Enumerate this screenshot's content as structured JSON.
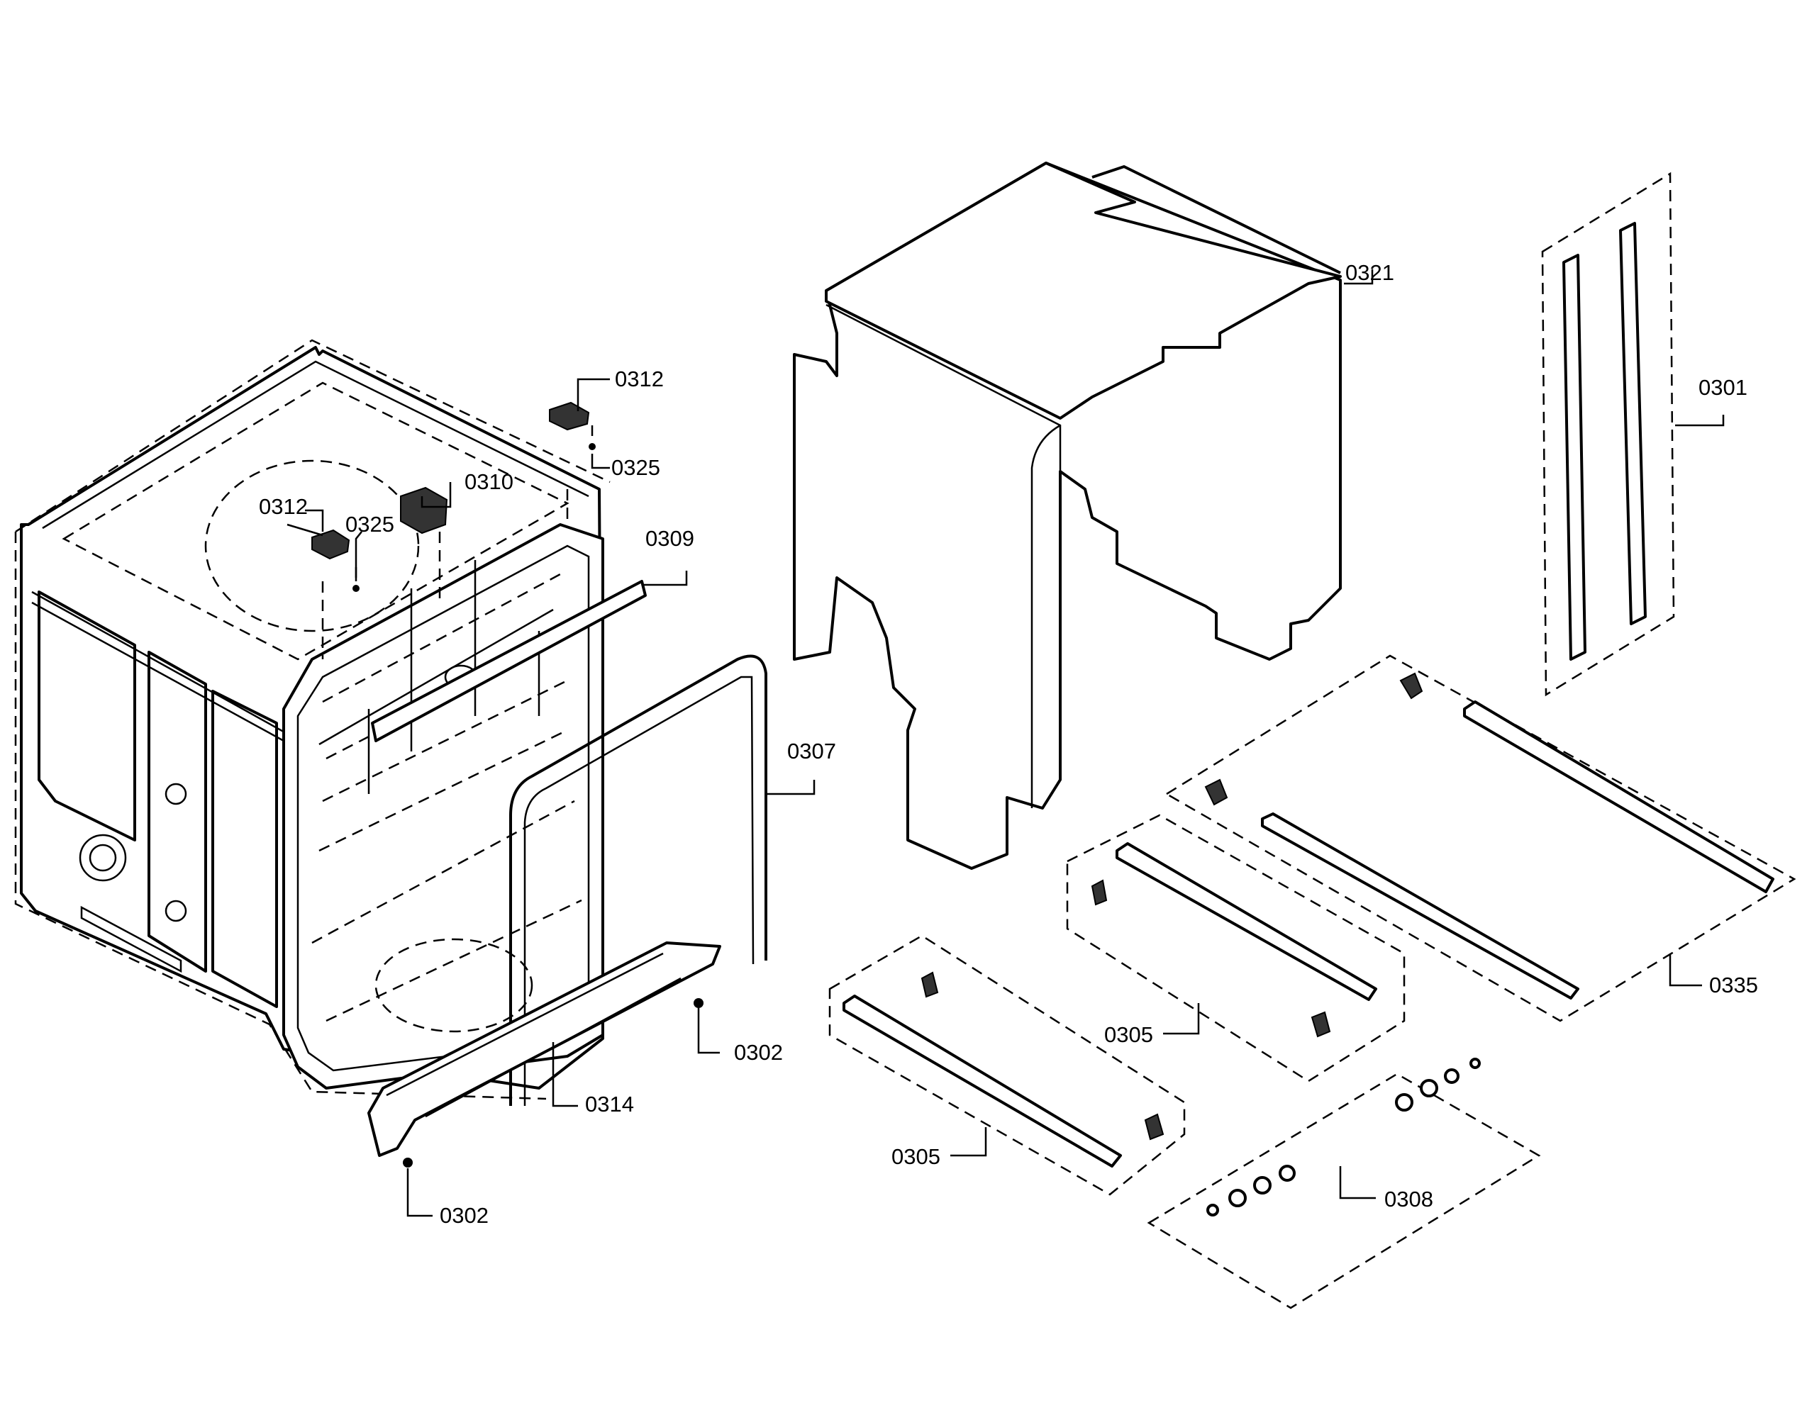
{
  "callouts": {
    "c0312_top": "0312",
    "c0325_top": "0325",
    "c0310": "0310",
    "c0312_left": "0312",
    "c0325_left": "0325",
    "c0309": "0309",
    "c0307": "0307",
    "c0321": "0321",
    "c0301": "0301",
    "c0335": "0335",
    "c0305_mid": "0305",
    "c0305_low": "0305",
    "c0308": "0308",
    "c0302_right": "0302",
    "c0314": "0314",
    "c0302_bottom": "0302"
  }
}
